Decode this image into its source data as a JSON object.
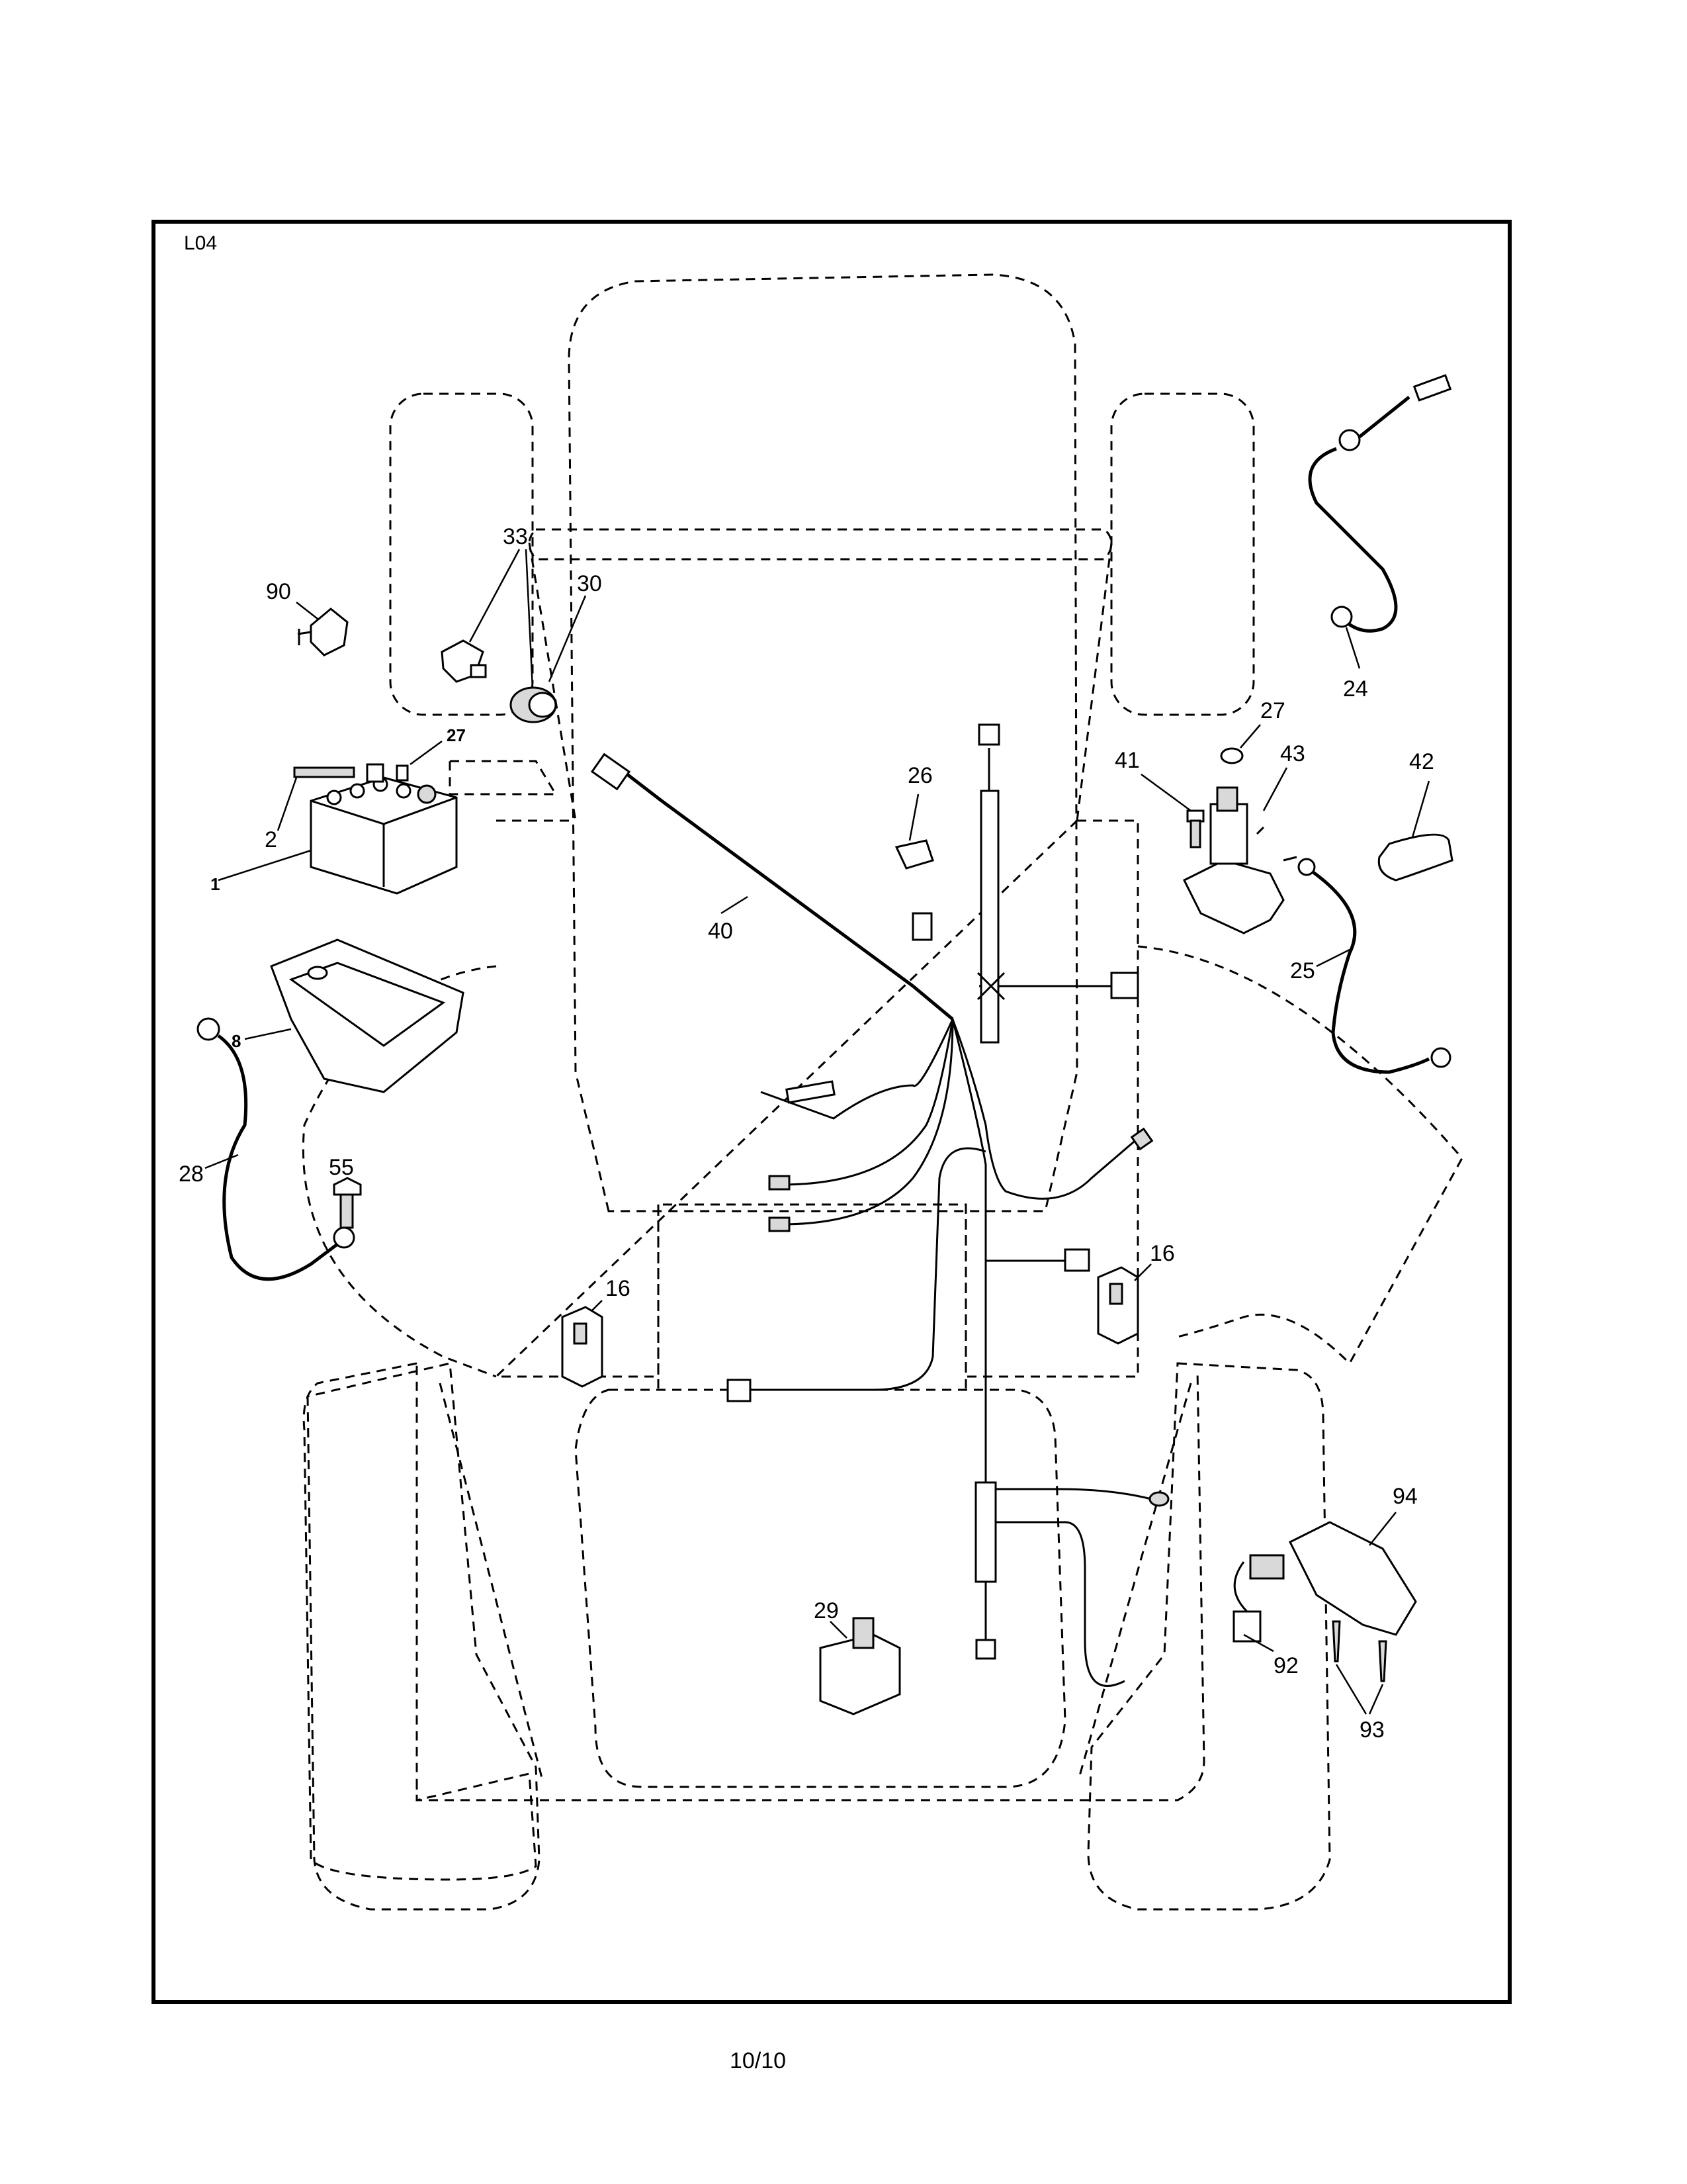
{
  "frame": {
    "code": "L04"
  },
  "page": {
    "number": "10/10"
  },
  "callouts": {
    "c1": "1",
    "c2": "2",
    "c8": "8",
    "c16a": "16",
    "c16b": "16",
    "c24": "24",
    "c25": "25",
    "c26": "26",
    "c27a": "27",
    "c27b": "27",
    "c28": "28",
    "c29": "29",
    "c30": "30",
    "c33": "33",
    "c40": "40",
    "c41": "41",
    "c42": "42",
    "c43": "43",
    "c55": "55",
    "c90": "90",
    "c92": "92",
    "c93": "93",
    "c94": "94"
  }
}
